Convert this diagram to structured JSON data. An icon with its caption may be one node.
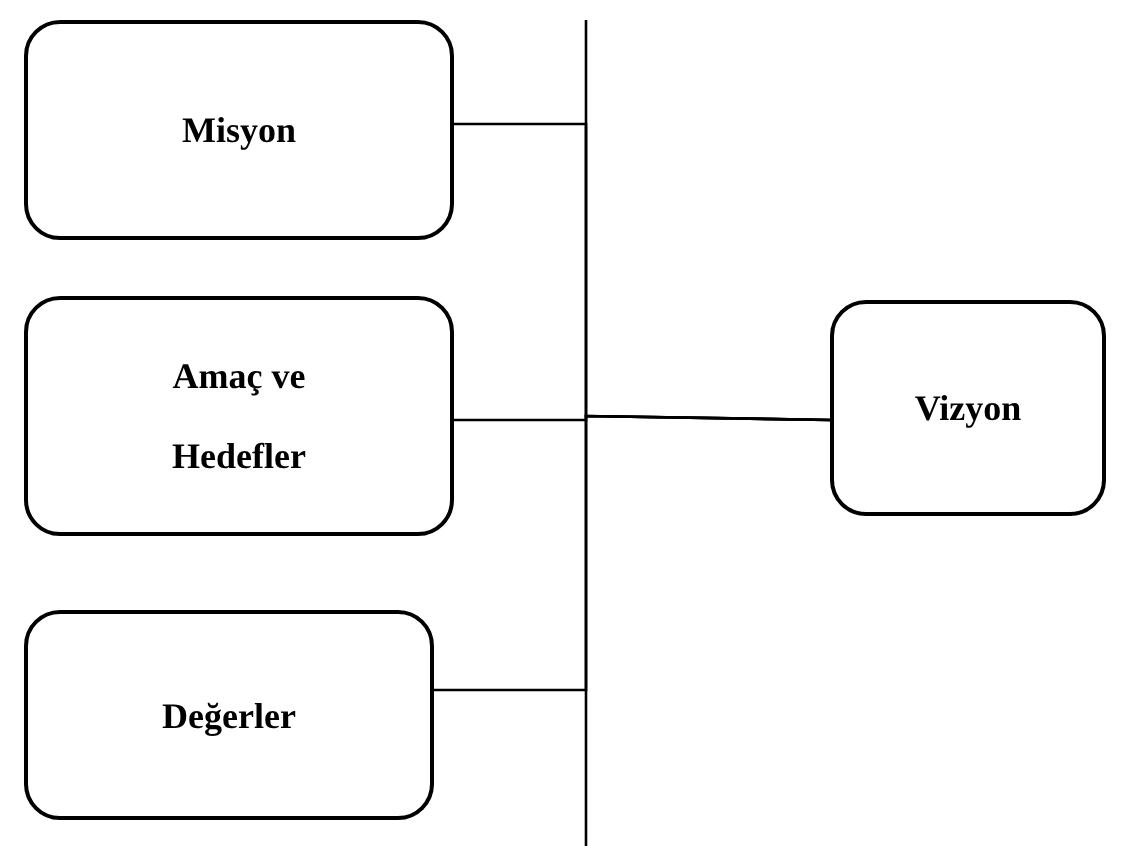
{
  "diagram": {
    "nodes": [
      {
        "text": [
          "Misyon"
        ]
      },
      {
        "text": [
          "Amaç ve Hedefler"
        ]
      },
      {
        "text": [
          "Değerler"
        ]
      },
      {
        "text": [
          "Vizyon"
        ]
      }
    ],
    "edges": [
      {
        "from": 0,
        "to": 3,
        "arrow": "none"
      },
      {
        "from": 1,
        "to": 3,
        "arrow": "none"
      },
      {
        "from": 2,
        "to": 3,
        "arrow": "none"
      }
    ]
  }
}
